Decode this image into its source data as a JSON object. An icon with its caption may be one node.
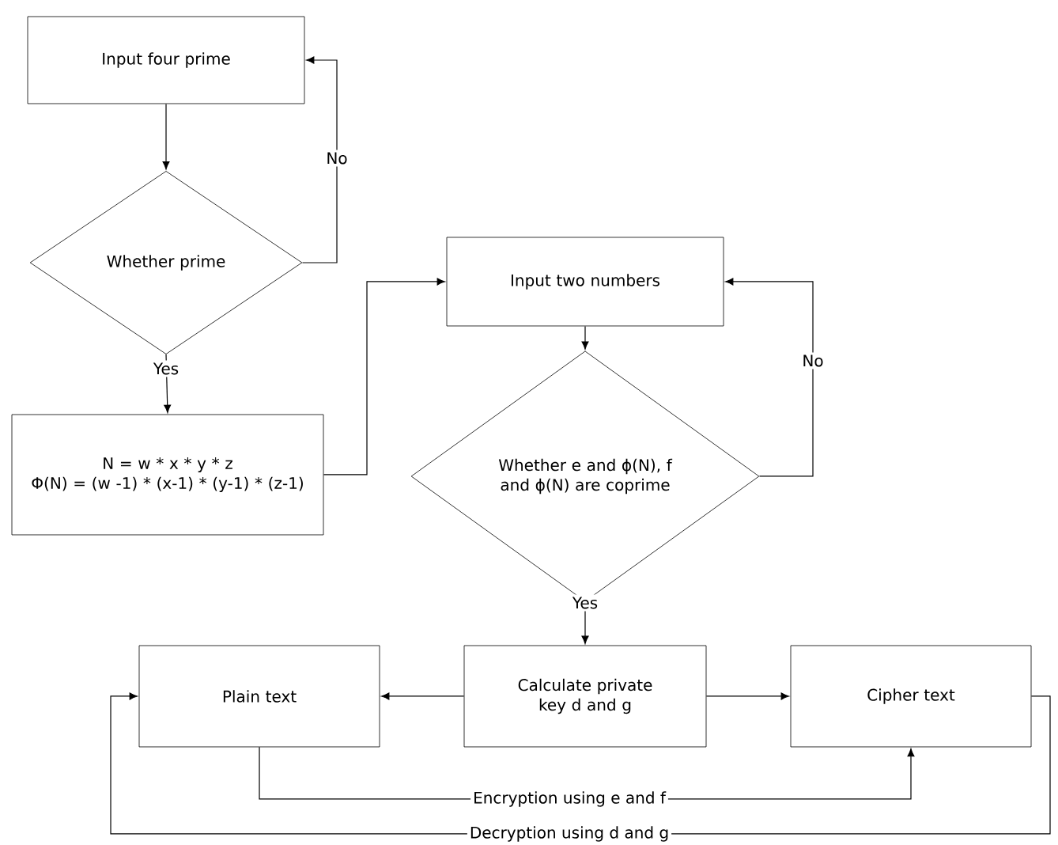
{
  "diagram": {
    "nodes": [
      {
        "text": [
          "Input four prime"
        ]
      },
      {
        "text": [
          "Whether prime"
        ]
      },
      {
        "text": [
          "N = w * x * y * z",
          "Φ(N) = (w -1) * (x-1) * (y-1) * (z-1)"
        ]
      },
      {
        "text": [
          "Input two numbers"
        ]
      },
      {
        "text": [
          "Whether e and ϕ(N), f and ϕ(N) are coprime"
        ]
      },
      {
        "text": [
          "Plain text"
        ]
      },
      {
        "text": [
          "Calculate private key d and g"
        ]
      },
      {
        "text": [
          "Cipher text"
        ]
      }
    ],
    "edges": [
      {
        "from": 0,
        "to": 1,
        "arrow": "to"
      },
      {
        "from": 1,
        "to": 0,
        "arrow": "to",
        "label": "No"
      },
      {
        "from": 1,
        "to": 2,
        "arrow": "to",
        "label": "Yes"
      },
      {
        "from": 2,
        "to": 3,
        "arrow": "to"
      },
      {
        "from": 3,
        "to": 4,
        "arrow": "to"
      },
      {
        "from": 4,
        "to": 3,
        "arrow": "to",
        "label": "No"
      },
      {
        "from": 4,
        "to": 6,
        "arrow": "to",
        "label": "Yes"
      },
      {
        "from": 6,
        "to": 5,
        "arrow": "to"
      },
      {
        "from": 6,
        "to": 7,
        "arrow": "to"
      },
      {
        "from": 5,
        "to": 7,
        "arrow": "to",
        "label": "Encryption using e and f"
      },
      {
        "from": 7,
        "to": 5,
        "arrow": "to",
        "label": "Decryption using d and g"
      }
    ]
  }
}
